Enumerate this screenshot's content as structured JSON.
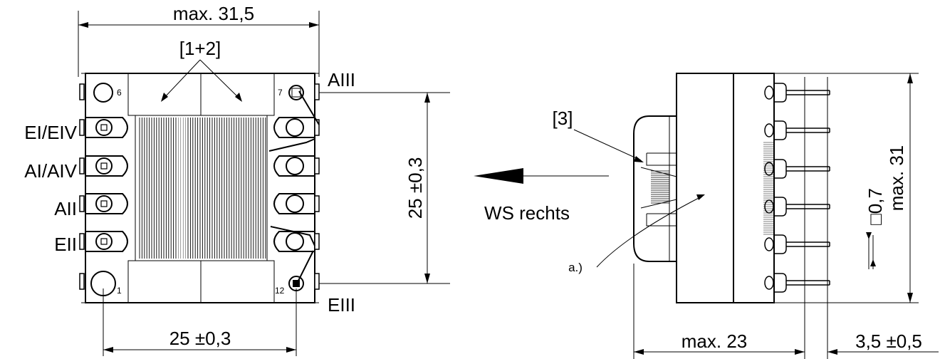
{
  "left_view": {
    "dim_width": "max. 31,5",
    "marker_top": "[1+2]",
    "dim_height": "25 ±0,3",
    "dim_pin_span": "25 ±0,3",
    "pin_left_labels": [
      "EI/EIV",
      "AI/AIV",
      "AII",
      "EII"
    ],
    "pin_right_top": "AIII",
    "pin_right_bottom": "EIII",
    "pin_numbers": [
      "6",
      "7",
      "1",
      "12"
    ]
  },
  "direction": {
    "label": "WS rechts"
  },
  "right_view": {
    "marker": "[3]",
    "note": "a.)",
    "dim_depth": "max. 23",
    "dim_pin_offset": "3,5 ±0,5",
    "dim_height": "max. 31",
    "dim_pin_square": "□0,7"
  }
}
